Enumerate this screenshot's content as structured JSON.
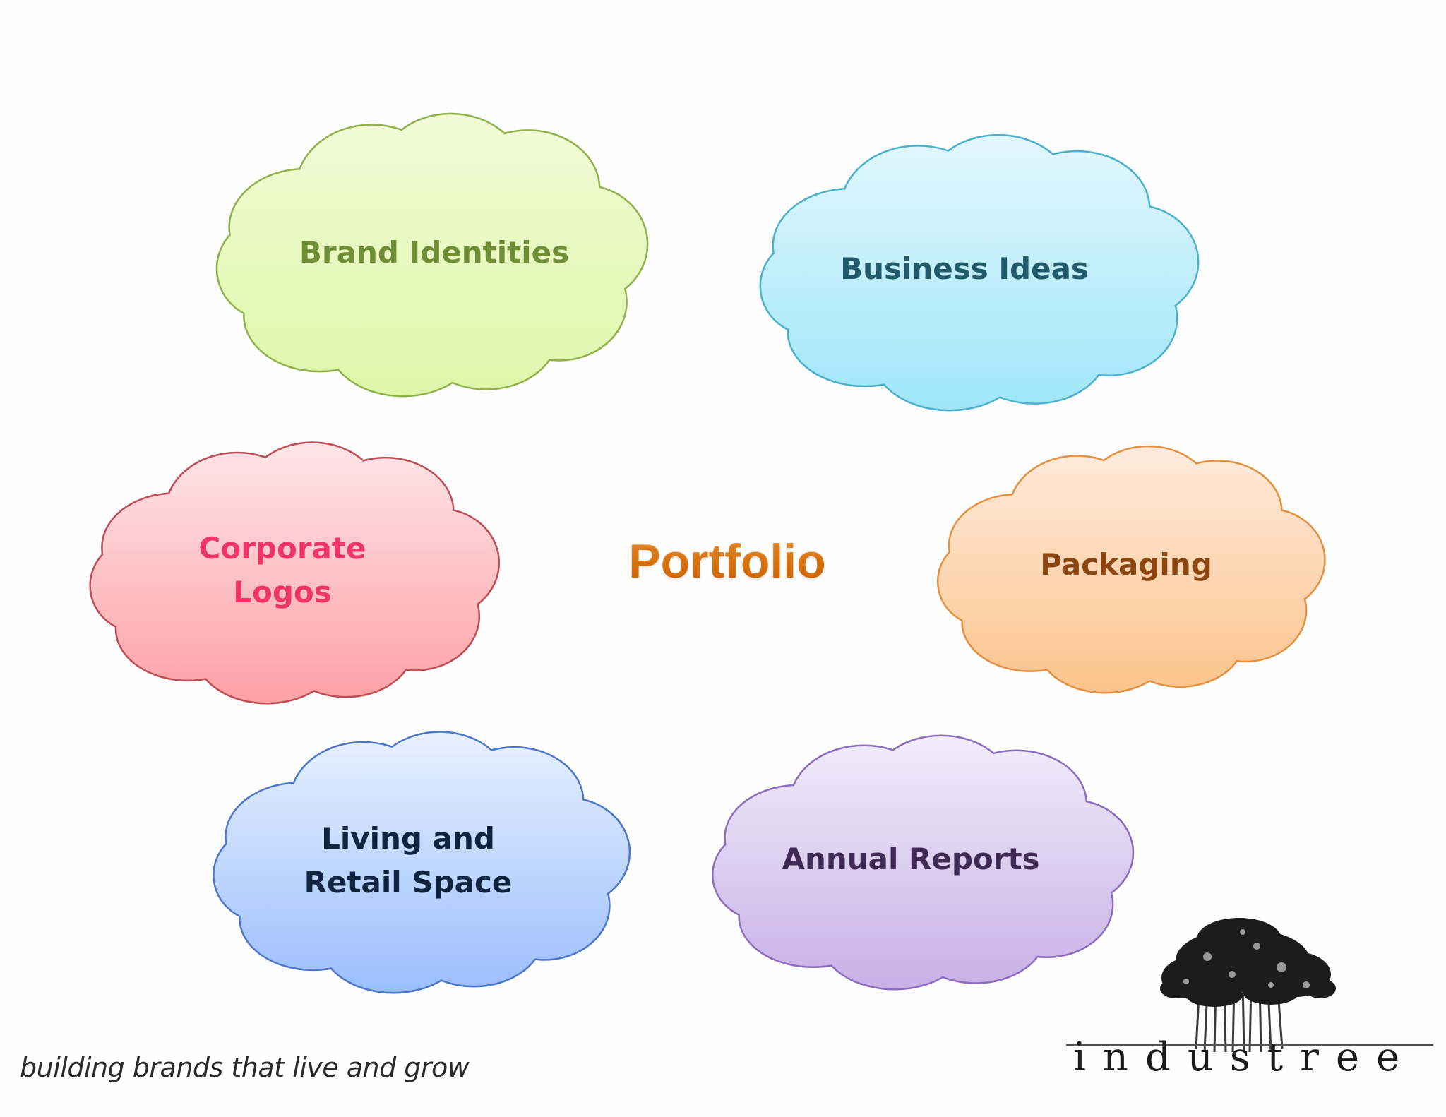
{
  "title": "Portfolio",
  "clouds": [
    {
      "id": "brand-identities",
      "label": "Brand Identities",
      "fill_top": "#f2fbd6",
      "fill_bottom": "#dcf7a8",
      "stroke": "#8fb04a",
      "text_color": "#6e8f35"
    },
    {
      "id": "business-ideas",
      "label": "Business Ideas",
      "fill_top": "#e2f7fd",
      "fill_bottom": "#9fe6f8",
      "stroke": "#4bb0cc",
      "text_color": "#215a6b"
    },
    {
      "id": "corporate-logos",
      "label": "Corporate\nLogos",
      "fill_top": "#fde4e6",
      "fill_bottom": "#fda1a6",
      "stroke": "#c04b55",
      "text_color": "#ee3566"
    },
    {
      "id": "packaging",
      "label": "Packaging",
      "fill_top": "#feeadb",
      "fill_bottom": "#fbc48c",
      "stroke": "#e58f3f",
      "text_color": "#8b4511"
    },
    {
      "id": "living-retail",
      "label": "Living and\nRetail Space",
      "fill_top": "#e6f0fe",
      "fill_bottom": "#9bbefc",
      "stroke": "#4d76c8",
      "text_color": "#10233f"
    },
    {
      "id": "annual-reports",
      "label": "Annual Reports",
      "fill_top": "#f1ebfa",
      "fill_bottom": "#c7b1e6",
      "stroke": "#8c6cbd",
      "text_color": "#3e2a55"
    }
  ],
  "tagline": "building brands that live and grow",
  "logo": {
    "text": "industree",
    "icon": "banyan-tree-icon"
  }
}
